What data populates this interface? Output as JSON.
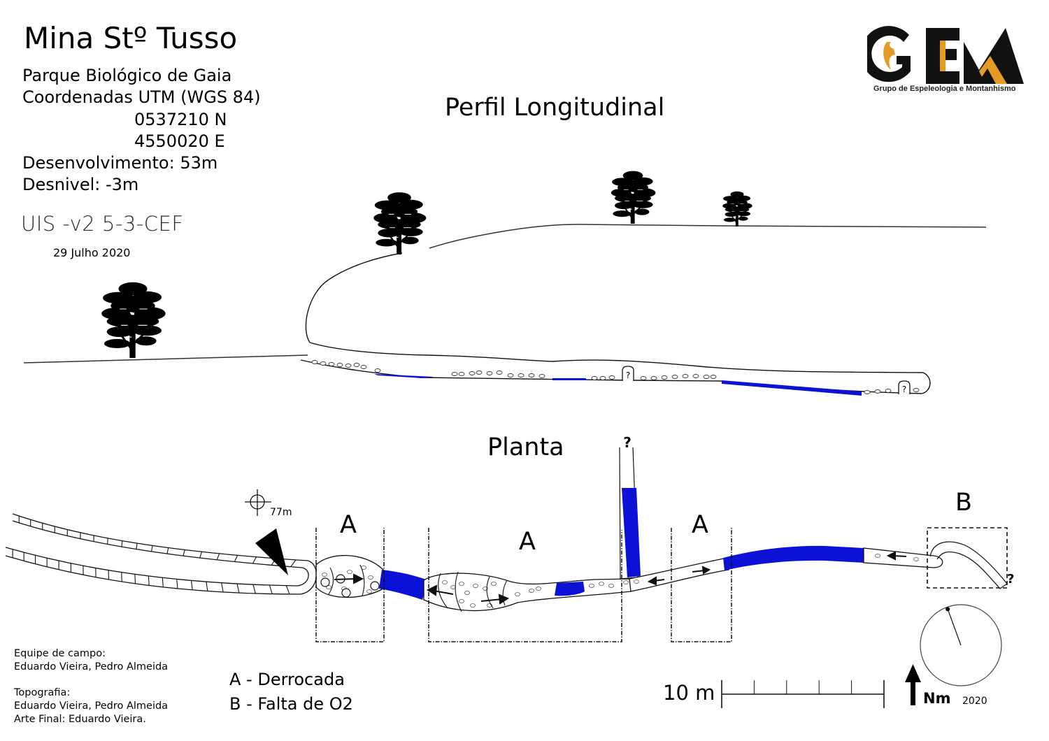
{
  "header": {
    "title": "Mina Stº Tusso",
    "location": "Parque Biológico de Gaia",
    "coords_label": "Coordenadas UTM (WGS 84)",
    "coord_n": "0537210 N",
    "coord_e": "4550020 E",
    "development": "Desenvolvimento: 53m",
    "depth": "Desnivel: -3m",
    "uis_code": "UIS -v2 5-3-CEF",
    "date": "29 Julho 2020"
  },
  "logo": {
    "name": "GEM",
    "subtitle": "Grupo de Espeleologia e Montanhismo",
    "colors": {
      "primary": "#111111",
      "accent": "#e39b25"
    }
  },
  "sections": {
    "profile_title": "Perfil Longitudinal",
    "plan_title": "Planta"
  },
  "plan": {
    "entrance_elevation": "77m",
    "zones": [
      {
        "label": "A"
      },
      {
        "label": "A"
      },
      {
        "label": "A"
      },
      {
        "label": "B"
      }
    ],
    "unknown_marker": "?"
  },
  "profile": {
    "unknown_marker": "?"
  },
  "legend": {
    "items": [
      "A - Derrocada",
      "B - Falta de O2"
    ]
  },
  "credits": {
    "field_team_label": "Equipe de campo:",
    "field_team": "Eduardo Vieira, Pedro Almeida",
    "topography_label": "Topografia:",
    "topography": "Eduardo Vieira, Pedro Almeida",
    "final_art": "Arte Final: Eduardo Vieira."
  },
  "scale": {
    "label": "10 m",
    "subdivisions": 5
  },
  "north": {
    "label": "Nm",
    "year": "2020",
    "declination_deg": -20
  },
  "colors": {
    "water": "#0b12d6",
    "line": "#1a1a1a"
  }
}
